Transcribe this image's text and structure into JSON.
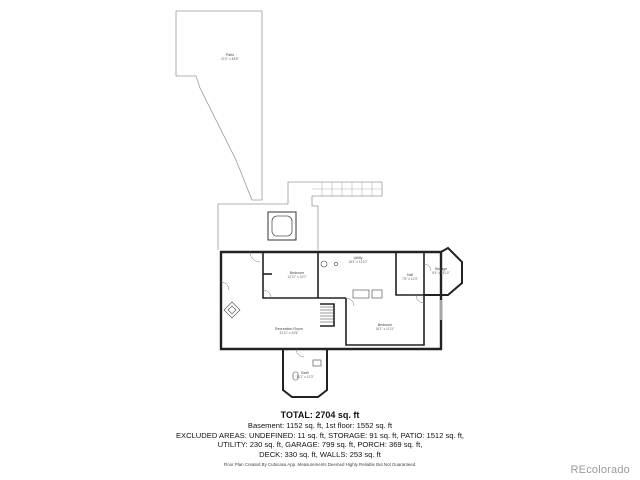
{
  "floorplan": {
    "rooms": {
      "patio": {
        "name": "Patio",
        "dims": "21'0\" x 48'8\""
      },
      "bedroom_upper": {
        "name": "Bedroom",
        "dims": "14'11\" x 12'0\""
      },
      "utility": {
        "name": "Utility",
        "dims": "18'4\" x 11'10\""
      },
      "hall": {
        "name": "Hall",
        "dims": "7'8\" x 12'3\""
      },
      "storage": {
        "name": "Storage",
        "dims": "8'4\" x 15'10\""
      },
      "recreation": {
        "name": "Recreation Room",
        "dims": "31'11\" x 24'6\""
      },
      "bedroom_lower": {
        "name": "Bedroom",
        "dims": "16'1\" x 11'11\""
      },
      "bath": {
        "name": "Bath",
        "dims": "10'1\" x 12'3\""
      }
    }
  },
  "summary": {
    "total": "TOTAL: 2704 sq. ft",
    "lines": [
      "Basement: 1152 sq. ft, 1st floor: 1552 sq. ft",
      "EXCLUDED AREAS: UNDEFINED: 11 sq. ft, STORAGE: 91 sq. ft, PATIO: 1512 sq. ft,",
      "UTILITY: 230 sq. ft, GARAGE: 799 sq. ft, PORCH: 369 sq. ft,",
      "DECK: 330 sq. ft, WALLS: 253 sq. ft"
    ],
    "credit": "Floor Plan Created By Cubicasa App. Measurements Deemed Highly Reliable But Not Guaranteed."
  },
  "brand": {
    "logo_text": "REcolorado"
  }
}
